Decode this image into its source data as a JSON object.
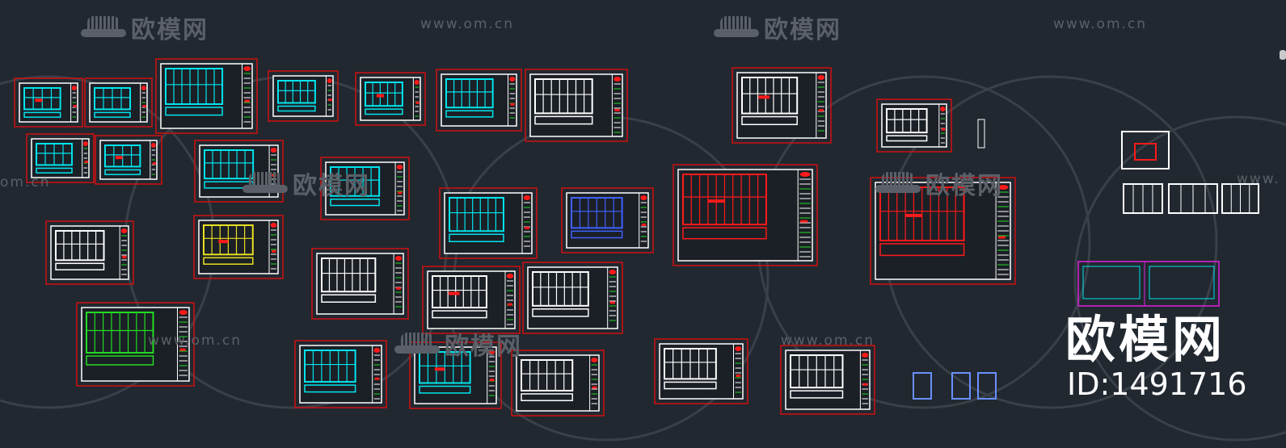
{
  "watermark": {
    "brand": "欧模网",
    "url": "www.om.cn",
    "url_partial": "om.cn",
    "url_partial_right": "www."
  },
  "stamp": {
    "title": "欧模网",
    "id": "ID:1491716"
  },
  "colors": {
    "background": "#212830",
    "frame": "#d01010",
    "sheet_border": "#ffffff",
    "cyan": "#00e5ee",
    "white": "#ffffff",
    "green": "#22dd22",
    "red": "#ff1a1a",
    "magenta": "#e020e0",
    "blue": "#4060ff",
    "yellow": "#e8e020",
    "watermark": "#5b6068"
  }
}
